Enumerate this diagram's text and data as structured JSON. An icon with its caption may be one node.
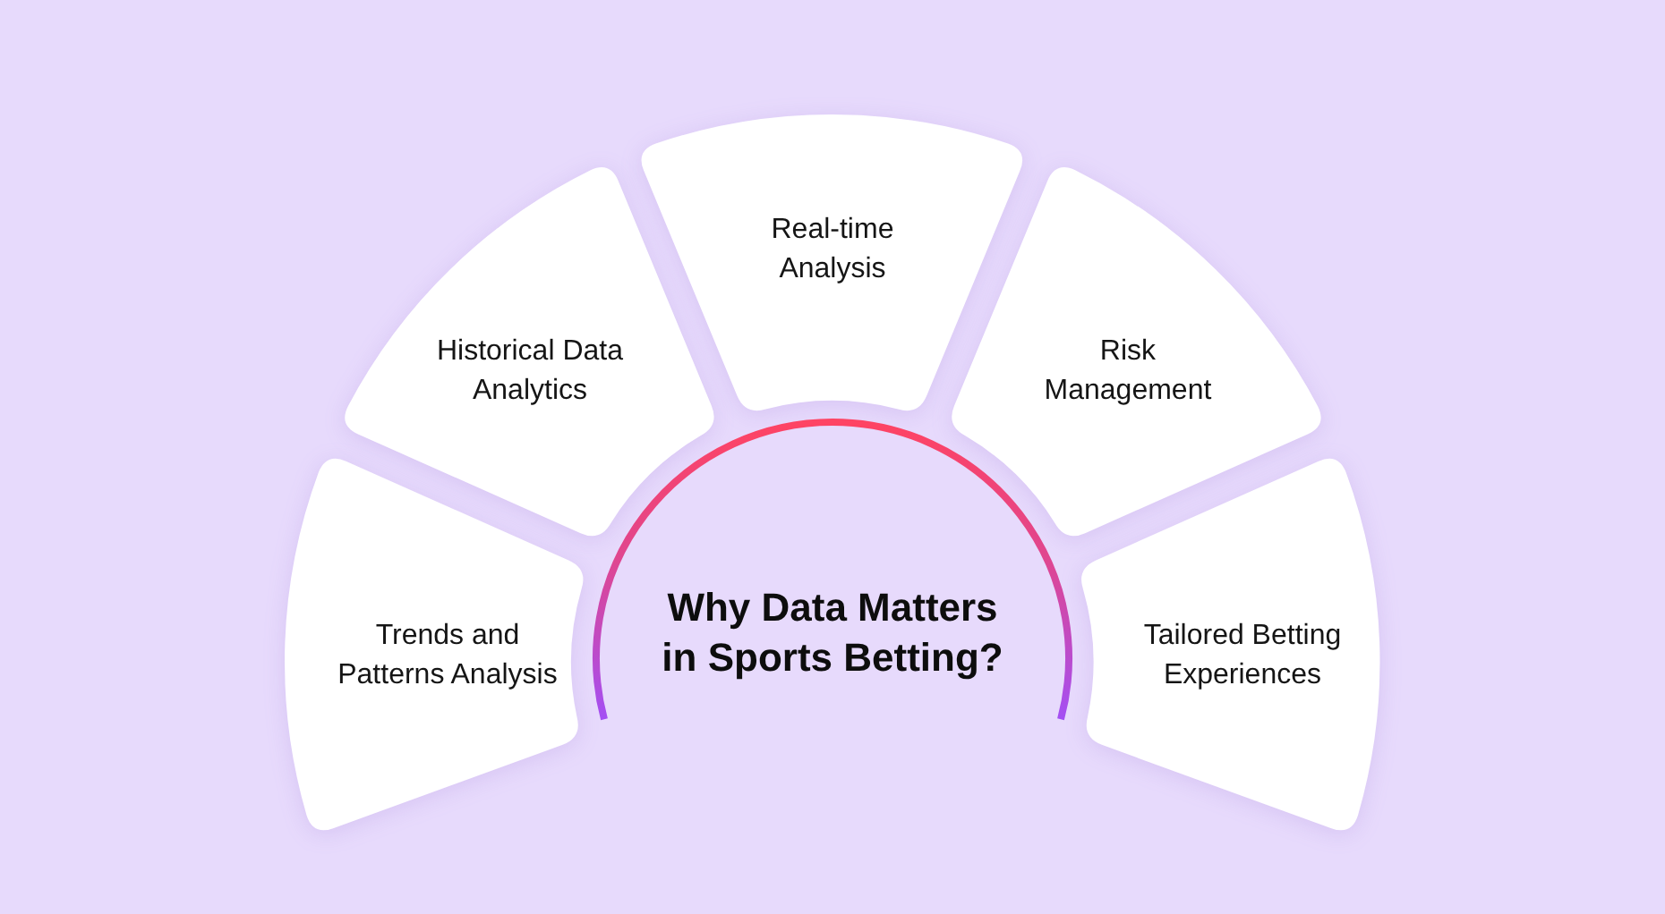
{
  "diagram": {
    "nodes": [
      {
        "text": [
          "Why Data Matters in Sports Betting?"
        ]
      },
      {
        "text": [
          "Trends and Patterns Analysis"
        ]
      },
      {
        "text": [
          "Historical Data Analytics"
        ]
      },
      {
        "text": [
          "Real-time Analysis"
        ]
      },
      {
        "text": [
          "Risk Management"
        ]
      },
      {
        "text": [
          "Tailored Betting Experiences"
        ]
      }
    ]
  }
}
